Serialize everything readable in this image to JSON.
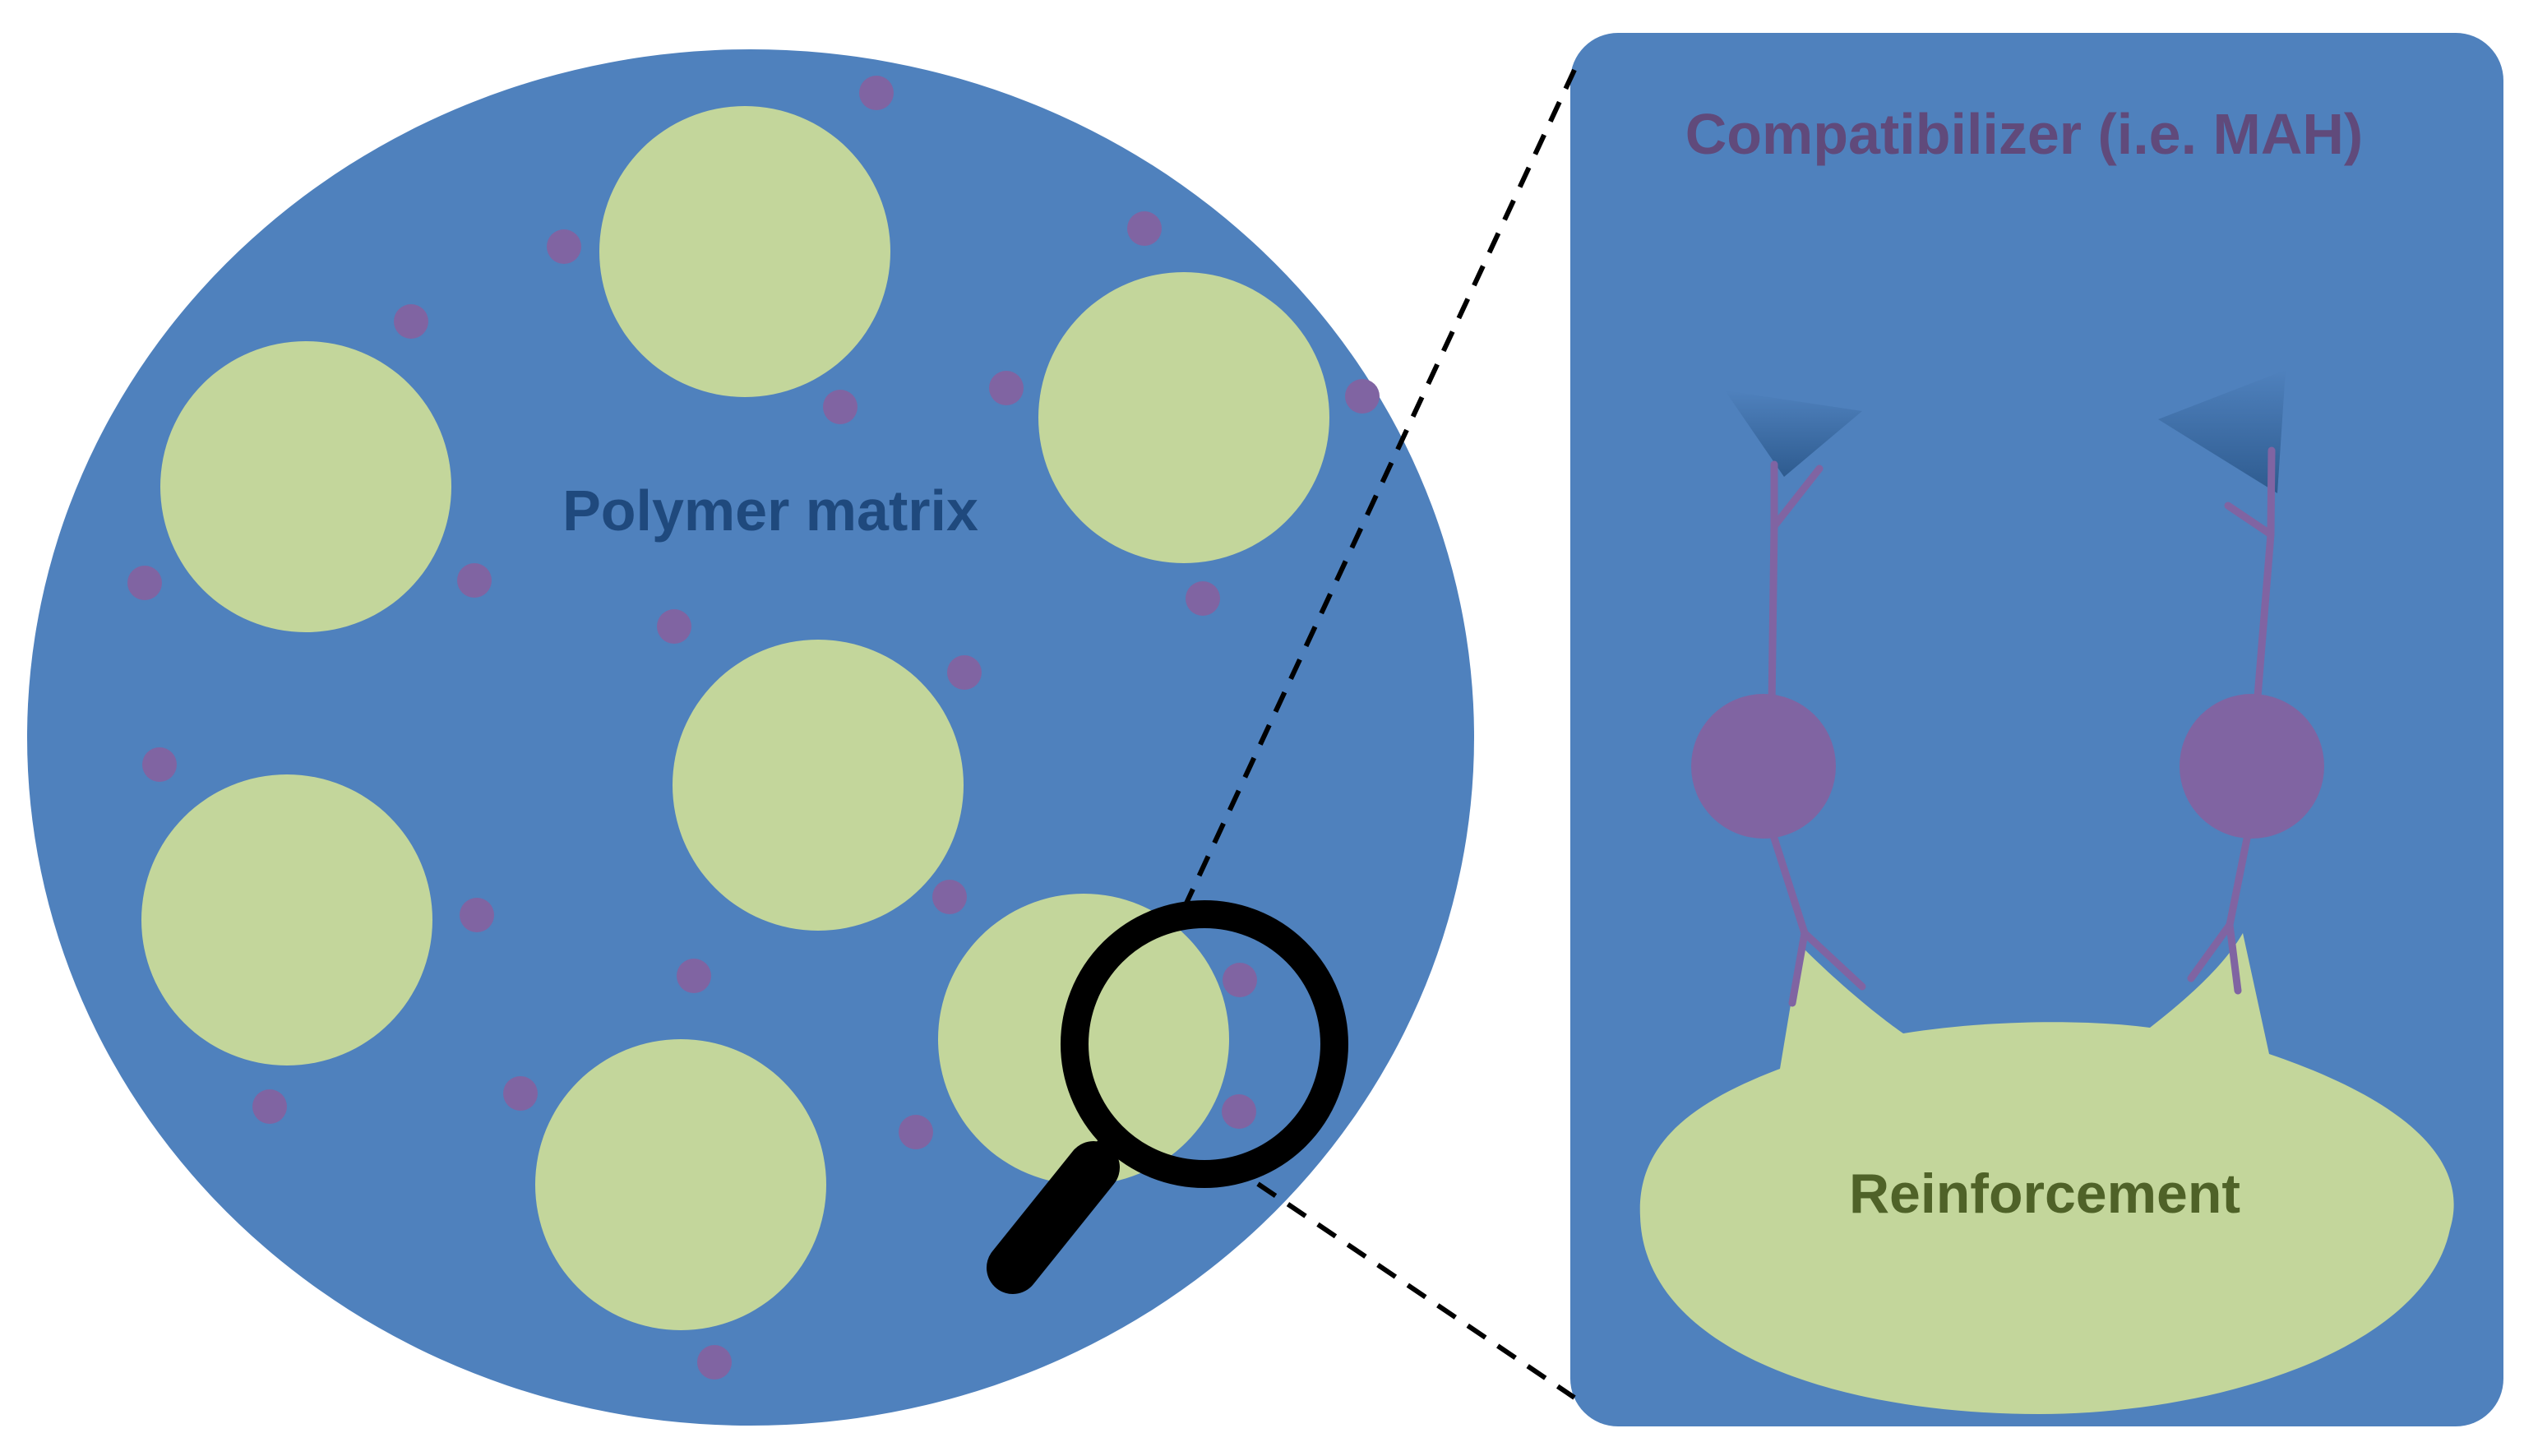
{
  "labels": {
    "matrix": "Polymer matrix",
    "compatibilizer": "Compatibilizer (i.e. MAH)",
    "reinforcement": "Reinforcement"
  },
  "colors": {
    "matrix_blue": "#4f81bd",
    "particle_green": "#c3d69b",
    "compatibilizer_purple": "#8064a2",
    "matrix_label": "#1f497d",
    "reinforcement_label": "#4f6228",
    "magnifier": "#000000",
    "tip_dark": "#2e5b8f"
  },
  "icons": {
    "magnifier": "magnifying-glass-icon"
  }
}
